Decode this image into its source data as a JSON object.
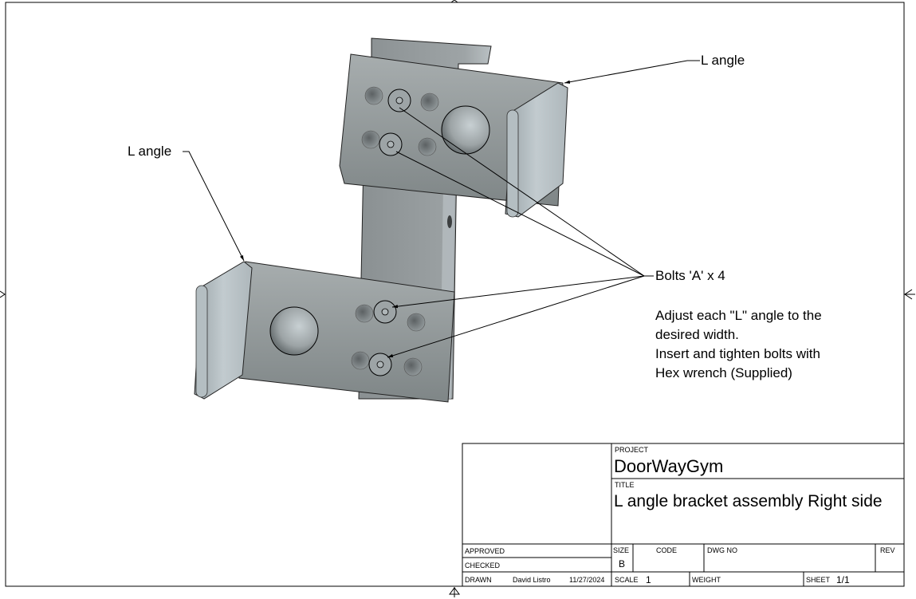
{
  "drawing": {
    "callouts": {
      "l_angle_top": "L angle",
      "l_angle_left": "L angle",
      "bolts": "Bolts 'A' x 4"
    },
    "note_lines": [
      "Adjust each \"L\" angle to the",
      "desired width.",
      "Insert and tighten bolts with",
      "Hex wrench (Supplied)"
    ]
  },
  "title_block": {
    "project_label": "PROJECT",
    "project": "DoorWayGym",
    "title_label": "TITLE",
    "title": "L angle bracket assembly Right side",
    "approved_label": "APPROVED",
    "checked_label": "CHECKED",
    "drawn_label": "DRAWN",
    "drawn_by": "David Listro",
    "drawn_date": "11/27/2024",
    "size_label": "SIZE",
    "size": "B",
    "code_label": "CODE",
    "dwg_no_label": "DWG NO",
    "rev_label": "REV",
    "scale_label": "SCALE",
    "scale": "1",
    "weight_label": "WEIGHT",
    "sheet_label": "SHEET",
    "sheet": "1/1"
  }
}
